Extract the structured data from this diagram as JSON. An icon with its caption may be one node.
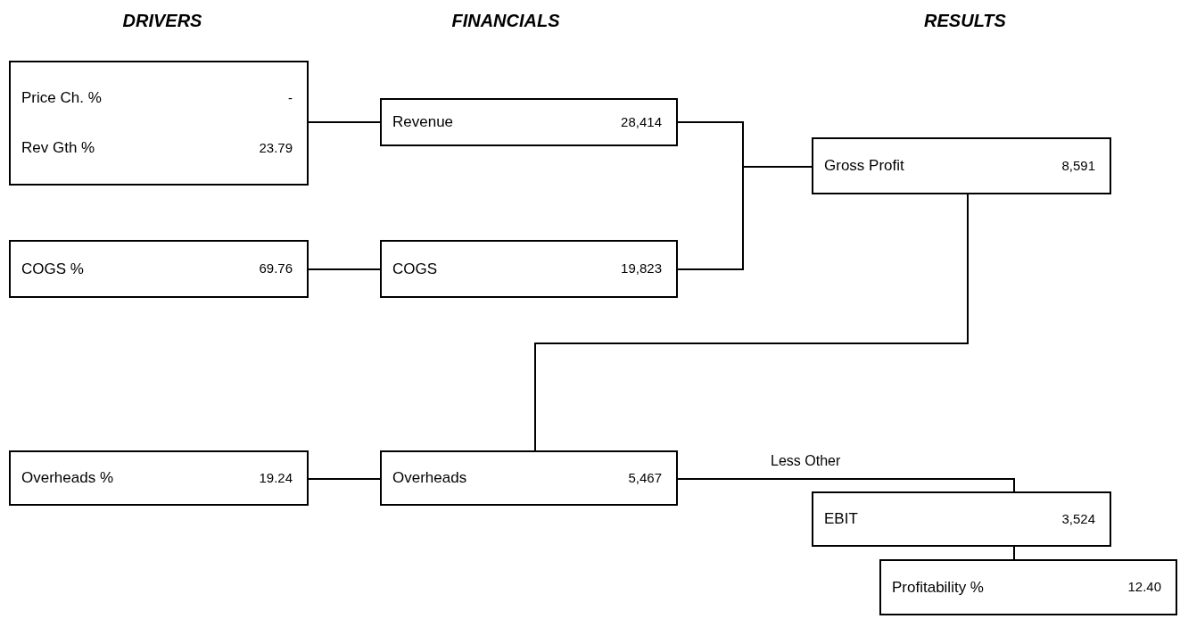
{
  "diagram": {
    "nodes": [
      {
        "text": [
          "Price Ch. %",
          "-",
          "Rev Gth %",
          "23.79"
        ]
      },
      {
        "text": [
          "Revenue",
          "28,414"
        ]
      },
      {
        "text": [
          "Gross Profit",
          "8,591"
        ]
      },
      {
        "text": [
          "COGS %",
          "69.76"
        ]
      },
      {
        "text": [
          "COGS",
          "19,823"
        ]
      },
      {
        "text": [
          "Overheads %",
          "19.24"
        ]
      },
      {
        "text": [
          "Overheads",
          "5,467"
        ]
      },
      {
        "text": [
          "EBIT",
          "3,524"
        ]
      },
      {
        "text": [
          "Profitability %",
          "12.40"
        ]
      }
    ],
    "edges": [
      {
        "from": 0,
        "to": 1,
        "arrow": "none"
      },
      {
        "from": 1,
        "to": 2,
        "arrow": "none"
      },
      {
        "from": 4,
        "to": 2,
        "arrow": "none"
      },
      {
        "from": 3,
        "to": 4,
        "arrow": "none"
      },
      {
        "from": 2,
        "to": 6,
        "arrow": "none"
      },
      {
        "from": 5,
        "to": 6,
        "arrow": "none"
      },
      {
        "from": 6,
        "to": 7,
        "label": "Less Other",
        "arrow": "none"
      },
      {
        "from": 7,
        "to": 8,
        "arrow": "none"
      }
    ],
    "labels": [
      "DRIVERS",
      "FINANCIALS",
      "RESULTS"
    ]
  }
}
